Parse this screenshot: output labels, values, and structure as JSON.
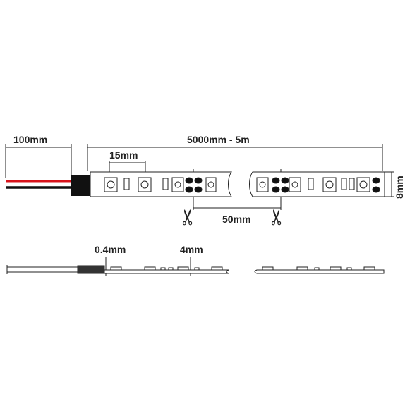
{
  "labels": {
    "wire_length": "100mm",
    "strip_length": "5000mm - 5m",
    "pitch": "15mm",
    "width": "8mm",
    "cut_interval": "50mm",
    "thickness": "0.4mm",
    "component_height": "4mm"
  },
  "icons": {
    "cut_marker": "scissors-icon",
    "scissors_glyph": "✂"
  },
  "colors": {
    "line": "#222222",
    "wire_red": "#d8141c",
    "wire_black": "#111111",
    "strip_fill": "#ffffff"
  }
}
